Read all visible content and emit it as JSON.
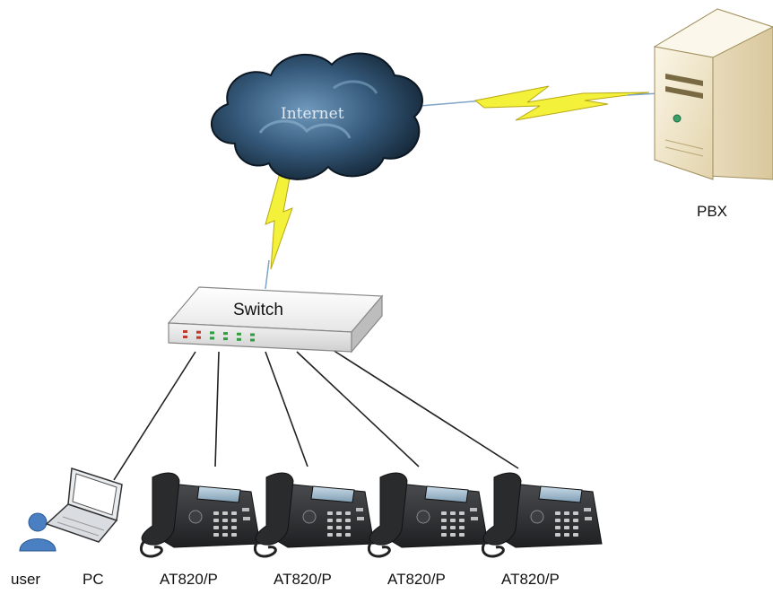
{
  "cloud": {
    "label": "Internet"
  },
  "server": {
    "label": "PBX"
  },
  "switch": {
    "label": "Switch",
    "led_colors": [
      "#c0392b",
      "#c0392b",
      "#2e9e3e",
      "#2e9e3e",
      "#2e9e3e",
      "#2e9e3e"
    ]
  },
  "devices": {
    "user_label": "user",
    "pc_label": "PC",
    "phones": [
      {
        "label": "AT820/P"
      },
      {
        "label": "AT820/P"
      },
      {
        "label": "AT820/P"
      },
      {
        "label": "AT820/P"
      }
    ]
  },
  "colors": {
    "cloud_dark": "#1d3347",
    "cloud_mid": "#35597a",
    "cloud_light": "#6f99bd",
    "lightning": "#f3f13a",
    "server_body": "#f1e7cc",
    "phone_body": "#2f3133",
    "person": "#4a7fc2"
  }
}
